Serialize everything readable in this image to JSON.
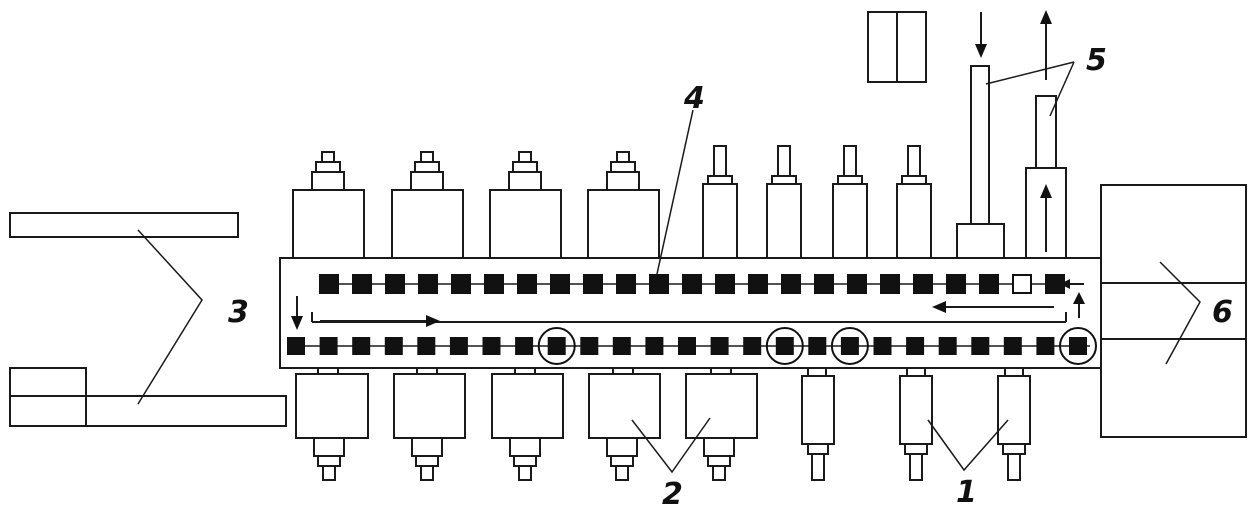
{
  "labels": {
    "station_1": "1",
    "station_2": "2",
    "station_3": "3",
    "station_4": "4",
    "station_5": "5",
    "station_6": "6"
  },
  "colors": {
    "ink": "#111111",
    "background": "#ffffff"
  },
  "pallets": {
    "upper_row_count": 23,
    "lower_row_count": 25,
    "upper_empty_index": 21,
    "lower_circled_indices": [
      8,
      15,
      17,
      24
    ]
  }
}
